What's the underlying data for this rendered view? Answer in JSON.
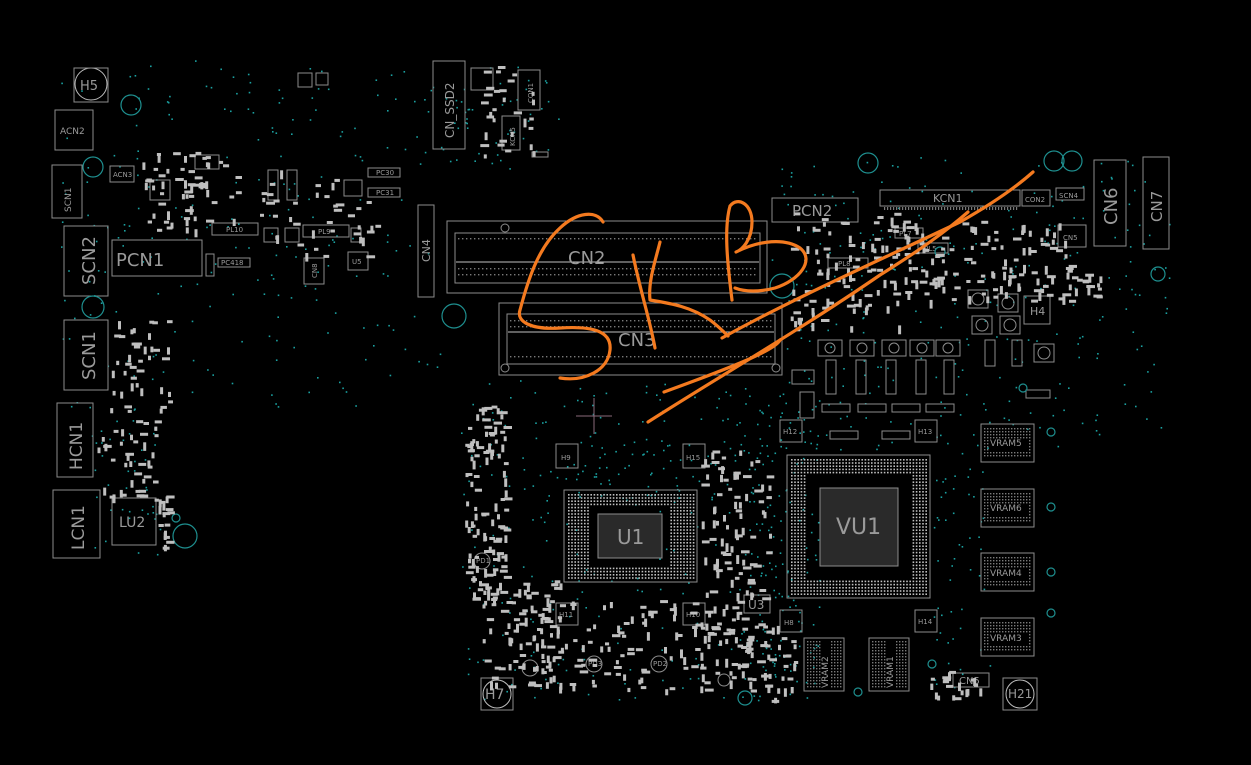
{
  "labels": {
    "h5": "H5",
    "acn2": "ACN2",
    "scn1_top": "SCN1",
    "acn3": "ACN3",
    "scn2": "SCN2",
    "pcn1": "PCN1",
    "scn1_mid": "SCN1",
    "hcn1": "HCN1",
    "lcn1": "LCN1",
    "lu2": "LU2",
    "cn_ssd2": "CN_SSD2",
    "con1": "CON1",
    "kcn5": "KCN5",
    "cn4": "CN4",
    "cn2": "CN2",
    "cn3": "CN3",
    "pcn2": "PCN2",
    "kcn1": "KCN1",
    "con2": "CON2",
    "scn4": "SCN4",
    "cn5_right": "CN5",
    "cn6": "CN6",
    "cn7": "CN7",
    "h4": "H4",
    "vram5": "VRAM5",
    "vram6": "VRAM6",
    "vram4": "VRAM4",
    "vram3": "VRAM3",
    "vram2": "VRAM2",
    "vram1": "VRAM1",
    "vu1": "VU1",
    "u1": "U1",
    "u3": "U3",
    "h9": "H9",
    "h15": "H15",
    "h11": "H11",
    "h10": "H10",
    "h8": "H8",
    "h14": "H14",
    "h7": "H7",
    "h21": "H21",
    "cn5_bottom": "CN5",
    "h12": "H12",
    "h13": "H13",
    "pl10": "PL10",
    "pl9": "PL9",
    "pl8": "PL8",
    "pl7": "PL7",
    "pl5": "PL5",
    "pc418": "PC418",
    "cn8": "CN8",
    "u5": "U5",
    "pc30": "PC30",
    "pc31": "PC31",
    "pd1": "PD1",
    "pd3": "PD3",
    "pd2": "PD2"
  },
  "annotation": {
    "handwritten_text": "SKB",
    "stroke_color": "#f47a1f"
  },
  "colors": {
    "background": "#000000",
    "outline": "#8c8c8c",
    "label": "#9a9a9a",
    "mounting_hole": "#1e8f8f",
    "annotation": "#f47a1f"
  }
}
